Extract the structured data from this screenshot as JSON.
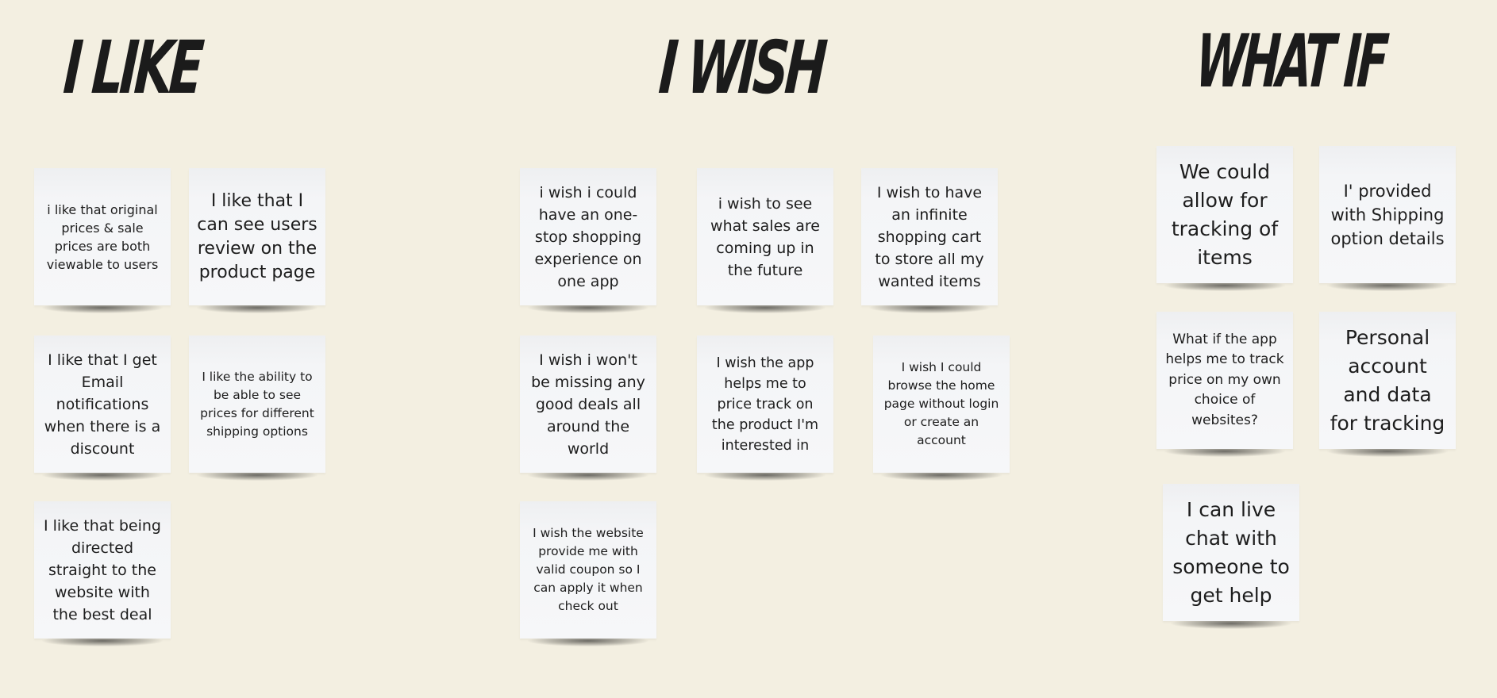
{
  "board": {
    "like": {
      "title": "I LIKE",
      "notes": [
        "i like that original prices & sale prices are both viewable to users",
        "I like that I can see users review on the product page",
        "I like that I get Email notifications when there is a discount",
        "I like the ability to be able to see prices for different shipping options",
        "I like that being directed straight to the website with the best deal"
      ]
    },
    "wish": {
      "title": "I WISH",
      "notes": [
        "i wish i could have an one-stop shopping experience on one app",
        "i wish to see what sales are coming up in the future",
        "I wish to have an infinite shopping cart to store all my wanted items",
        "I wish i won't be missing any good deals all around the world",
        "I wish the app helps me to price track on the product I'm interested in",
        "I wish I could browse the home page without login or create an account",
        "I wish the website provide me with valid coupon so I can apply it when check out"
      ]
    },
    "whatif": {
      "title": "WHAT IF",
      "notes": [
        "We could allow for tracking of items",
        "I' provided with Shipping option details",
        "What if the app helps me to track price on my own choice of websites?",
        "Personal account and data for tracking",
        "I can live chat with someone to get help"
      ]
    }
  },
  "colors": {
    "background": "#f3efe1",
    "note": "#f6f7f9",
    "heading": "#1b1b1b"
  }
}
